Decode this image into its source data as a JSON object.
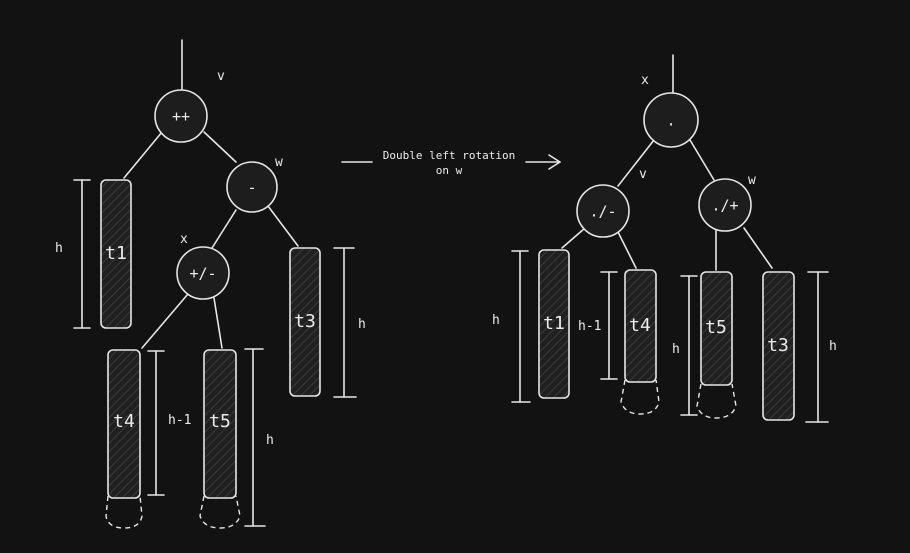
{
  "caption": {
    "line1": "Double left rotation",
    "line2": "on w"
  },
  "before": {
    "nodes": {
      "v": {
        "label": "v",
        "symbol": "++"
      },
      "w": {
        "label": "w",
        "symbol": "-"
      },
      "x": {
        "label": "x",
        "symbol": "+/-"
      }
    },
    "subtrees": {
      "t1": "t1",
      "t3": "t3",
      "t4": "t4",
      "t5": "t5"
    },
    "heights": {
      "t1": "h",
      "t3": "h",
      "t4": "h-1",
      "t5": "h"
    }
  },
  "after": {
    "nodes": {
      "x": {
        "label": "x",
        "symbol": "."
      },
      "v": {
        "label": "v",
        "symbol": "./-"
      },
      "w": {
        "label": "w",
        "symbol": "./+"
      }
    },
    "subtrees": {
      "t1": "t1",
      "t4": "t4",
      "t5": "t5",
      "t3": "t3"
    },
    "heights": {
      "t1": "h",
      "t4": "h-1",
      "t5": "h",
      "t3": "h"
    }
  }
}
